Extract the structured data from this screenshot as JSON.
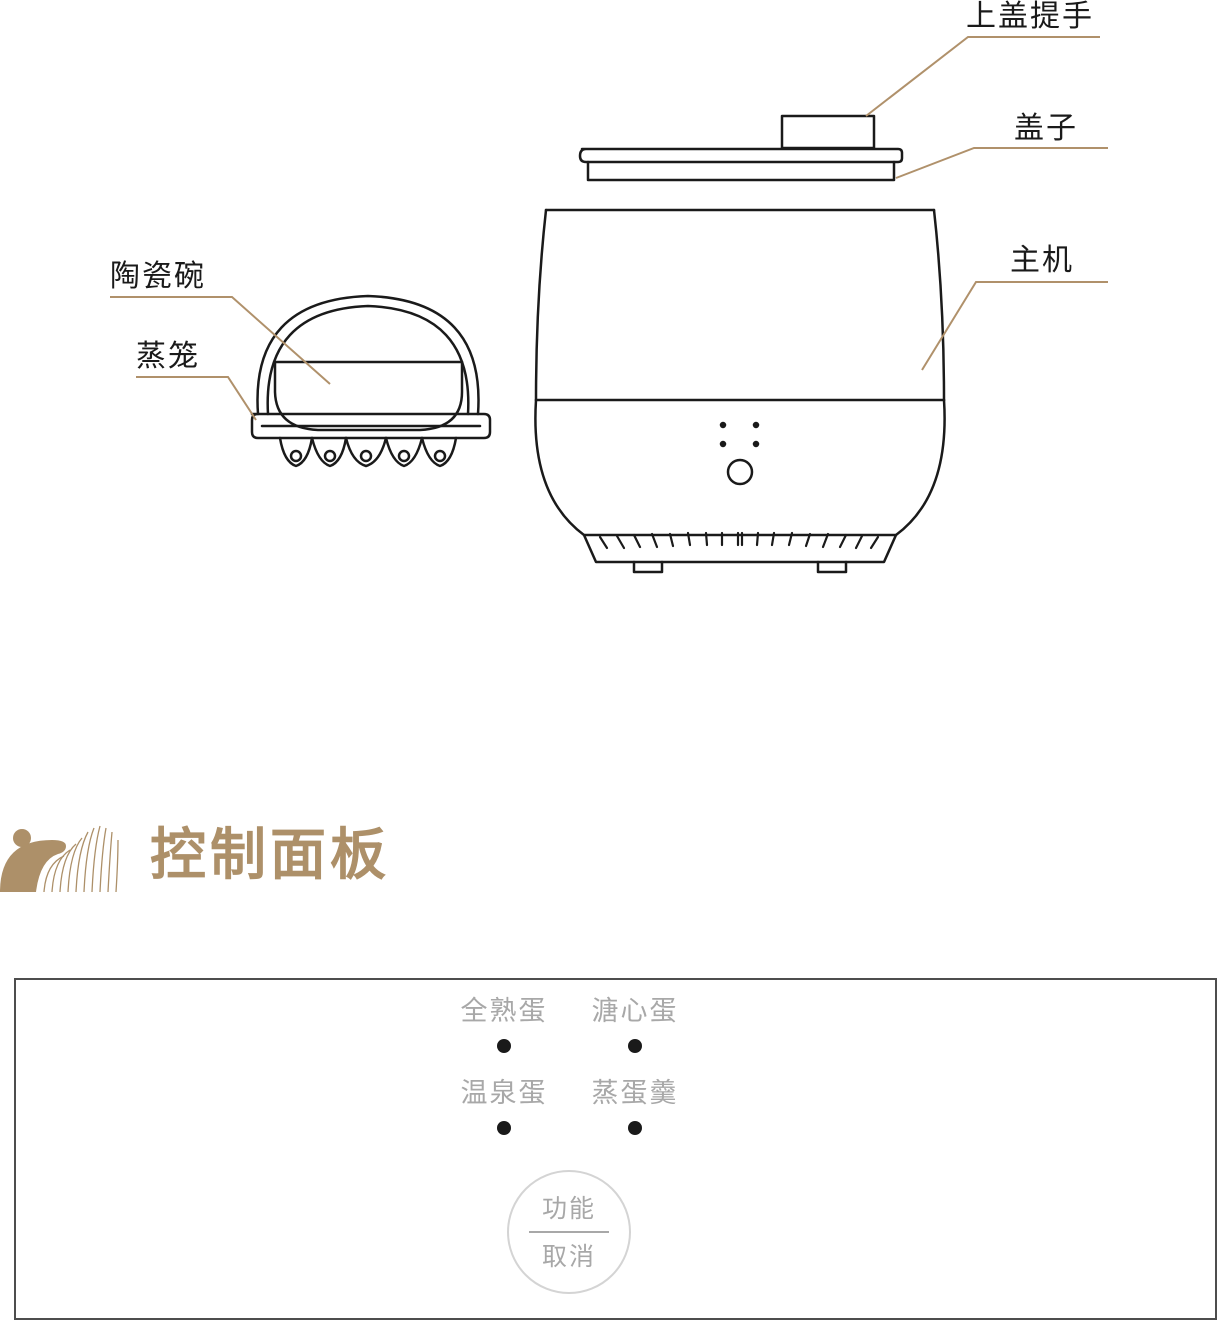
{
  "labels": {
    "lid_handle": "上盖提手",
    "lid": "盖子",
    "main_unit": "主机",
    "ceramic_bowl": "陶瓷碗",
    "steamer": "蒸笼"
  },
  "section": {
    "title": "控制面板"
  },
  "control_panel": {
    "modes": [
      "全熟蛋",
      "溏心蛋",
      "温泉蛋",
      "蒸蛋羹"
    ],
    "button_top": "功能",
    "button_bottom": "取消"
  },
  "colors": {
    "accent": "#ad9069",
    "leader_line": "#b0916b",
    "panel_text": "#a8a8a8",
    "outline": "#1a1a1a"
  }
}
